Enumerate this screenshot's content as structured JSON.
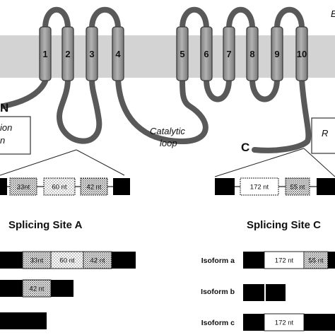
{
  "membrane": {
    "helices": [
      "1",
      "2",
      "3",
      "4",
      "5",
      "6",
      "7",
      "8",
      "9",
      "10"
    ],
    "top_label": "E"
  },
  "termini": {
    "n": "N",
    "c": "C"
  },
  "loops": {
    "catalytic_line1": "Catalytic",
    "catalytic_line2": "loop"
  },
  "left_box": {
    "line1": "ion",
    "line2": "n"
  },
  "right_box": {
    "line1": "R"
  },
  "site_a": {
    "title": "Splicing Site A",
    "gene_exons": [
      "33nt",
      "60 nt",
      "42 nt"
    ],
    "isoforms": [
      {
        "label": "",
        "exons": [
          "33nt",
          "60 nt",
          "42 nt"
        ]
      },
      {
        "label": "",
        "exons": [
          "42 nt"
        ]
      },
      {
        "label": "",
        "exons": []
      }
    ]
  },
  "site_c": {
    "title": "Splicing Site C",
    "gene_exons": [
      "172 nt",
      "55 nt"
    ],
    "isoforms": [
      {
        "label": "Isoform a",
        "exons": [
          "172 nt",
          "55 nt"
        ]
      },
      {
        "label": "Isoform b",
        "exons": []
      },
      {
        "label": "Isoform c",
        "exons": [
          "172 nt"
        ]
      }
    ]
  },
  "colors": {
    "membrane": "#d3d3d3",
    "helix": "#9a9a9a",
    "helix_edge": "#3c3c3c",
    "loop": "#595959",
    "exon": "#000000"
  }
}
